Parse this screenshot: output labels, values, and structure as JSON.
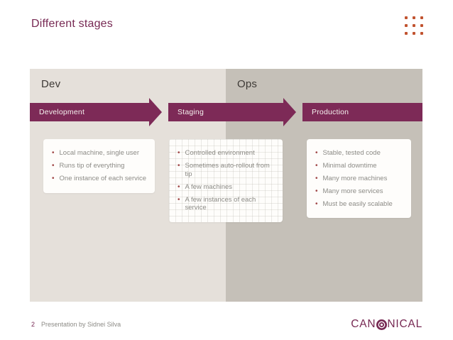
{
  "slide": {
    "title": "Different stages",
    "footer": {
      "page_number": "2",
      "text": "Presentation by Sidnei Silva"
    },
    "logo": {
      "name": "CANONICAL",
      "text_before": "CAN",
      "text_after": "NICAL"
    }
  },
  "colors": {
    "aubergine": "#772953",
    "banner_aubergine": "#7d2a57",
    "dev_panel_bg": "#e5e0da",
    "ops_panel_bg": "#c5c0b8",
    "accent_orange_dots": "#c1532f",
    "bullet_dot": "#a04747",
    "body_text_gray": "#8c8b86",
    "group_label_text": "#3e3a36"
  },
  "diagram": {
    "groups": [
      {
        "label": "Dev"
      },
      {
        "label": "Ops"
      }
    ],
    "stages": [
      {
        "label": "Development",
        "bullets": [
          "Local machine, single user",
          "Runs tip of everything",
          "One instance of each service"
        ]
      },
      {
        "label": "Staging",
        "bullets": [
          "Controlled environment",
          "Sometimes auto-rollout from tip",
          "A few machines",
          "A few instances of each service"
        ]
      },
      {
        "label": "Production",
        "bullets": [
          "Stable, tested code",
          "Minimal downtime",
          "Many more machines",
          "Many more services",
          "Must be easily scalable"
        ]
      }
    ]
  }
}
